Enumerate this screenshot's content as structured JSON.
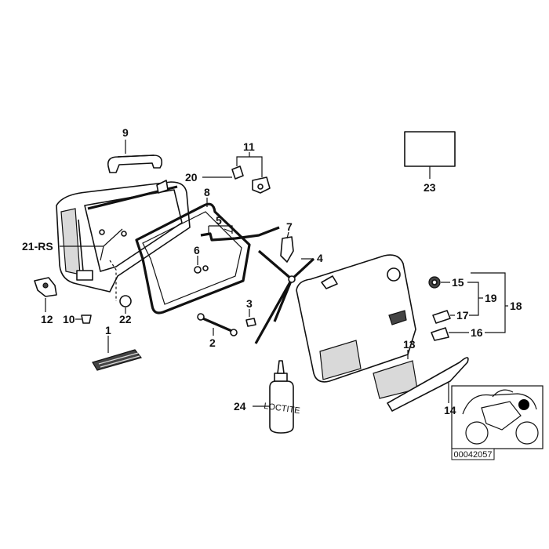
{
  "diagram": {
    "callouts": {
      "c1": "1",
      "c2": "2",
      "c3": "3",
      "c4": "4",
      "c5": "5",
      "c6": "6",
      "c7": "7",
      "c8": "8",
      "c9": "9",
      "c10": "10",
      "c11": "11",
      "c12": "12",
      "c13": "13",
      "c14": "14",
      "c15": "15",
      "c16": "16",
      "c17": "17",
      "c18": "18",
      "c19": "19",
      "c20": "20",
      "c21": "21-RS",
      "c22": "22",
      "c23": "23",
      "c24": "24"
    },
    "bottle_label": "LOCTITE",
    "thumbnail_code": "00042057",
    "colors": {
      "line": "#111111",
      "background": "#ffffff",
      "highlight": "#000000"
    }
  }
}
